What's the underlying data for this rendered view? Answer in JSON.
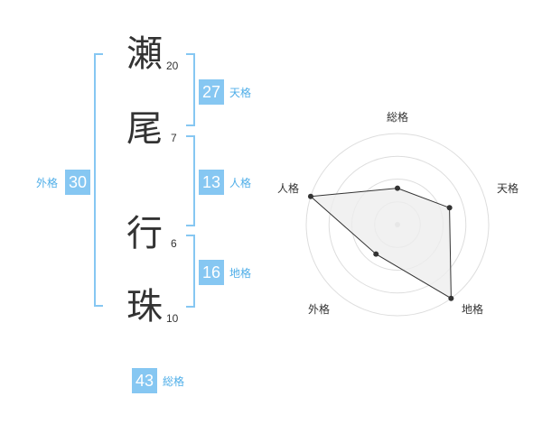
{
  "name": {
    "characters": [
      {
        "char": "瀬",
        "strokes": "20"
      },
      {
        "char": "尾",
        "strokes": "7"
      },
      {
        "char": "行",
        "strokes": "6"
      },
      {
        "char": "珠",
        "strokes": "10"
      }
    ]
  },
  "kaku": {
    "tenkaku": {
      "value": "27",
      "label": "天格"
    },
    "jinkaku": {
      "value": "13",
      "label": "人格"
    },
    "chikaku": {
      "value": "16",
      "label": "地格"
    },
    "gaikaku": {
      "value": "30",
      "label": "外格"
    },
    "soukaku": {
      "value": "43",
      "label": "総格"
    }
  },
  "colors": {
    "accent": "#86c7f2",
    "accent_text": "#4faee8",
    "text": "#333333",
    "radar_fill": "#eeeeee",
    "radar_grid": "#dddddd"
  },
  "chart_data": {
    "type": "radar",
    "axes": [
      "総格",
      "天格",
      "地格",
      "外格",
      "人格"
    ],
    "values": [
      0.4,
      0.6,
      1.0,
      0.4,
      1.0
    ],
    "range": [
      0,
      1
    ],
    "rings": 4,
    "grid": true
  }
}
